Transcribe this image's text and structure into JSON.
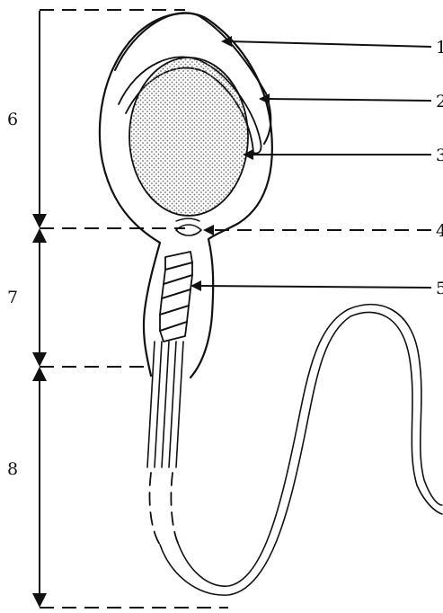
{
  "part_labels": [
    "1",
    "2",
    "3",
    "4",
    "5"
  ],
  "section_labels": [
    "6",
    "7",
    "8"
  ],
  "colors": {
    "ink": "#111111",
    "dot": "#6e6e6e",
    "background": "#ffffff"
  }
}
